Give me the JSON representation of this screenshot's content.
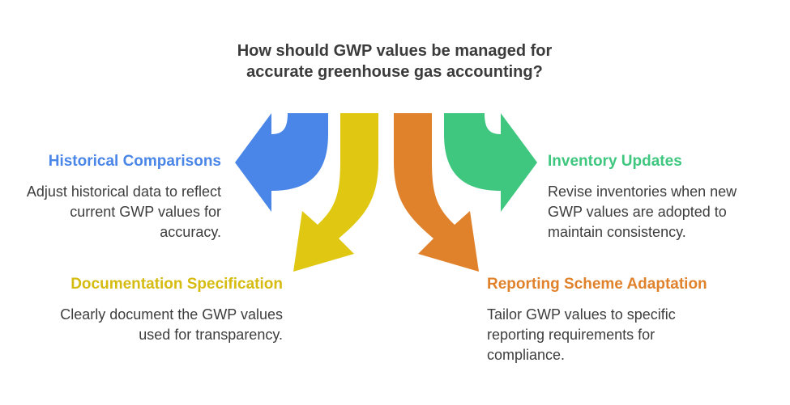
{
  "question": "How should GWP values be managed for accurate greenhouse gas accounting?",
  "colors": {
    "blue": "#4a86e8",
    "yellow": "#e0c812",
    "orange": "#e0822c",
    "green": "#3fc77f",
    "text": "#3a3a3a"
  },
  "items": [
    {
      "title": "Historical Comparisons",
      "description": "Adjust historical data to reflect current GWP values for accuracy.",
      "color": "#4a86e8"
    },
    {
      "title": "Documentation Specification",
      "description": "Clearly document the GWP values used for transparency.",
      "color": "#d6bb10"
    },
    {
      "title": "Inventory Updates",
      "description": "Revise inventories when new GWP values are adopted to maintain consistency.",
      "color": "#3fc77f"
    },
    {
      "title": "Reporting Scheme Adaptation",
      "description": "Tailor GWP values to specific reporting requirements for compliance.",
      "color": "#e0822c"
    }
  ]
}
